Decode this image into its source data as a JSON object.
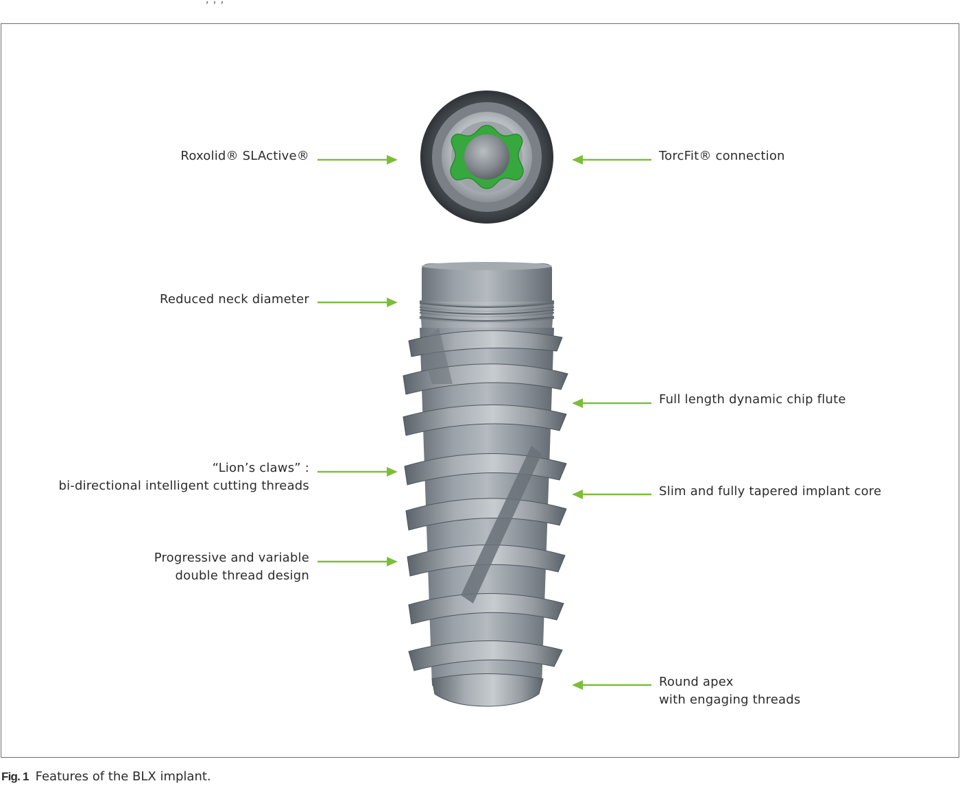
{
  "colors": {
    "arrow": "#7dbd3a",
    "metal": "#8f969e",
    "metal_dark": "#5f666d",
    "metal_light": "#c3c8cd",
    "torx_green": "#35a63c",
    "frame": "#6b6b6b"
  },
  "labels": {
    "roxolid": "Roxolid® SLActive®",
    "torcfit": "TorcFit® connection",
    "reduced_neck": "Reduced neck diameter",
    "chip_flute": "Full length dynamic chip flute",
    "lions_claws_1": "“Lion’s claws” :",
    "lions_claws_2": "bi-directional intelligent cutting threads",
    "slim_core": "Slim and fully tapered implant core",
    "progressive_1": "Progressive and variable",
    "progressive_2": "double thread design",
    "round_apex_1": "Round apex",
    "round_apex_2": "with engaging threads"
  },
  "caption": {
    "prefix": "Fig. 1",
    "text": "Features of the BLX implant."
  }
}
